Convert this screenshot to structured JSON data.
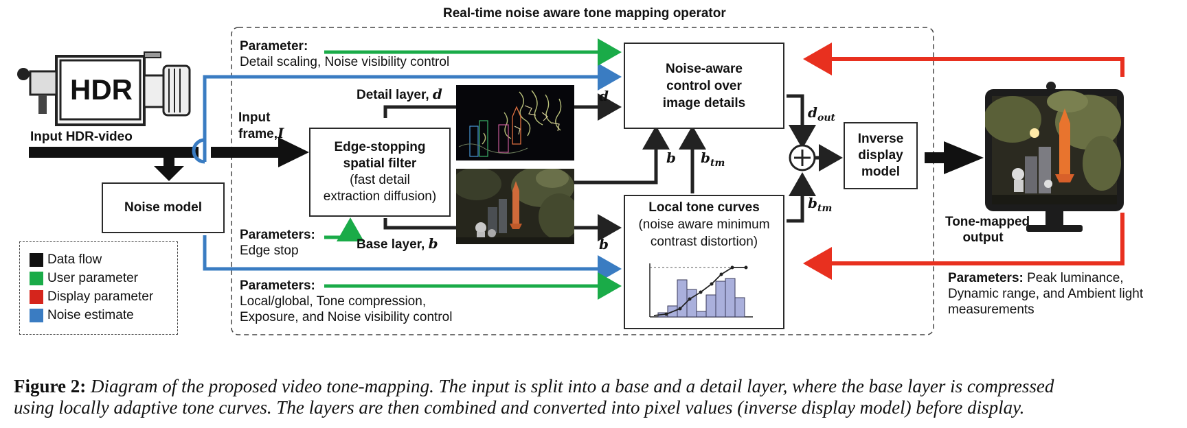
{
  "title": "Real-time noise aware tone mapping operator",
  "camera_label": "HDR",
  "input_label": "Input HDR-video",
  "noise_model": "Noise model",
  "input_frame": {
    "line1": "Input",
    "line2": "frame,",
    "symbol": "I"
  },
  "edge_filter": {
    "line1": "Edge-stopping",
    "line2": "spatial filter",
    "line3": "(fast detail",
    "line4": "extraction diffusion)"
  },
  "noise_control": {
    "line1": "Noise-aware",
    "line2": "control over",
    "line3": "image details"
  },
  "tone_curves": {
    "line1": "Local tone curves",
    "line2": "(noise aware minimum",
    "line3": "contrast  distortion)"
  },
  "inverse_display": {
    "line1": "Inverse",
    "line2": "display",
    "line3": "model"
  },
  "detail_layer": {
    "text": "Detail layer,",
    "symbol": "d"
  },
  "base_layer": {
    "text": "Base layer,",
    "symbol": "b"
  },
  "params_top": {
    "head": "Parameter:",
    "body": "Detail scaling, Noise visibility control"
  },
  "params_edge": {
    "head": "Parameters:",
    "body": "Edge stop"
  },
  "params_bottom": {
    "head": "Parameters:",
    "line1": "Local/global, Tone compression,",
    "line2": "Exposure, and Noise visibility control"
  },
  "params_display": {
    "head": "Parameters:",
    "rest": " Peak luminance,",
    "line2": "Dynamic range, and Ambient light",
    "line3": "measurements"
  },
  "output_label": {
    "line1": "Tone-mapped",
    "line2": "output"
  },
  "symbols": {
    "d": "d",
    "b": "b",
    "b_tm": "b",
    "tm": "tm",
    "d_out": "d",
    "out": "out"
  },
  "legend": [
    {
      "label": "Data flow",
      "color": "#111111"
    },
    {
      "label": "User parameter",
      "color": "#1aab48"
    },
    {
      "label": "Display parameter",
      "color": "#d5251c"
    },
    {
      "label": "Noise estimate",
      "color": "#3a7cc2"
    }
  ],
  "caption": {
    "label": "Figure 2:",
    "line1": " Diagram of the proposed video tone-mapping. The input is split into a base and a detail layer, where the base layer is compressed",
    "line2": "using locally adaptive tone curves. The layers are then combined and converted into pixel values (inverse display model) before display."
  },
  "colors": {
    "data_flow": "#111111",
    "user": "#1aab48",
    "display": "#e8301f",
    "noise": "#3a7cc2"
  }
}
